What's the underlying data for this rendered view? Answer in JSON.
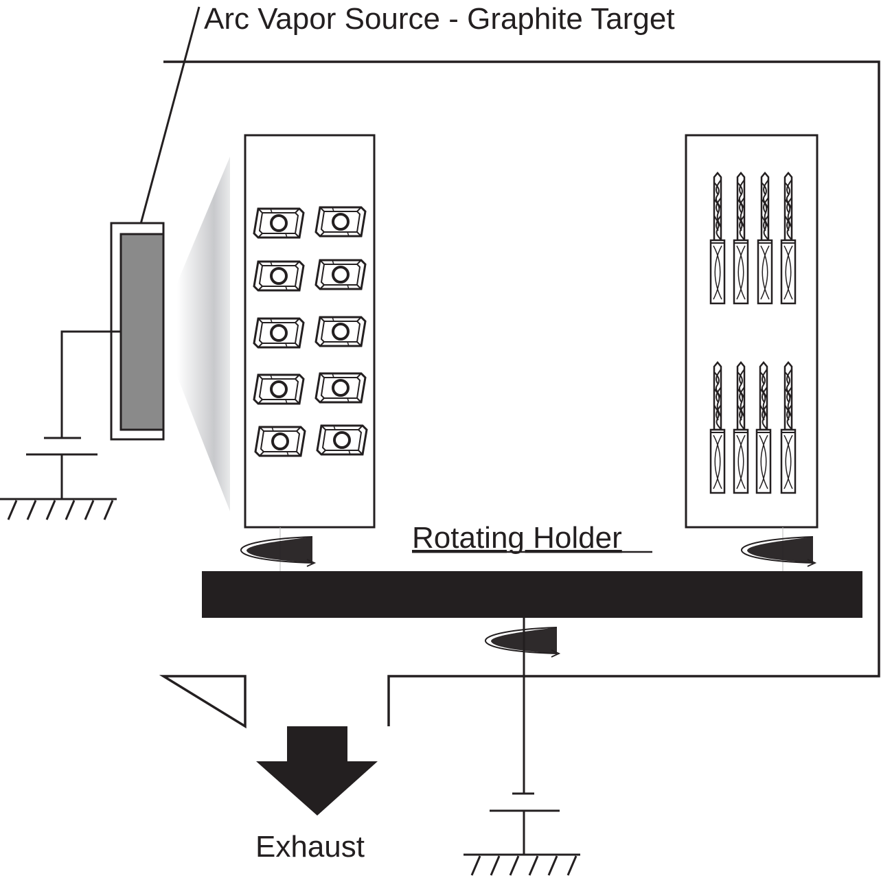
{
  "labels": {
    "source": "Arc Vapor Source - Graphite Target",
    "holder": "Rotating Holder",
    "exhaust": "Exhaust"
  },
  "colors": {
    "line": "#231f20",
    "target": "#8a8a8a",
    "plume": "#c8c9cc"
  },
  "components": {
    "inserts_left_column": 5,
    "inserts_right_column": 5,
    "drills_per_row": 4,
    "drill_rows": 2
  }
}
